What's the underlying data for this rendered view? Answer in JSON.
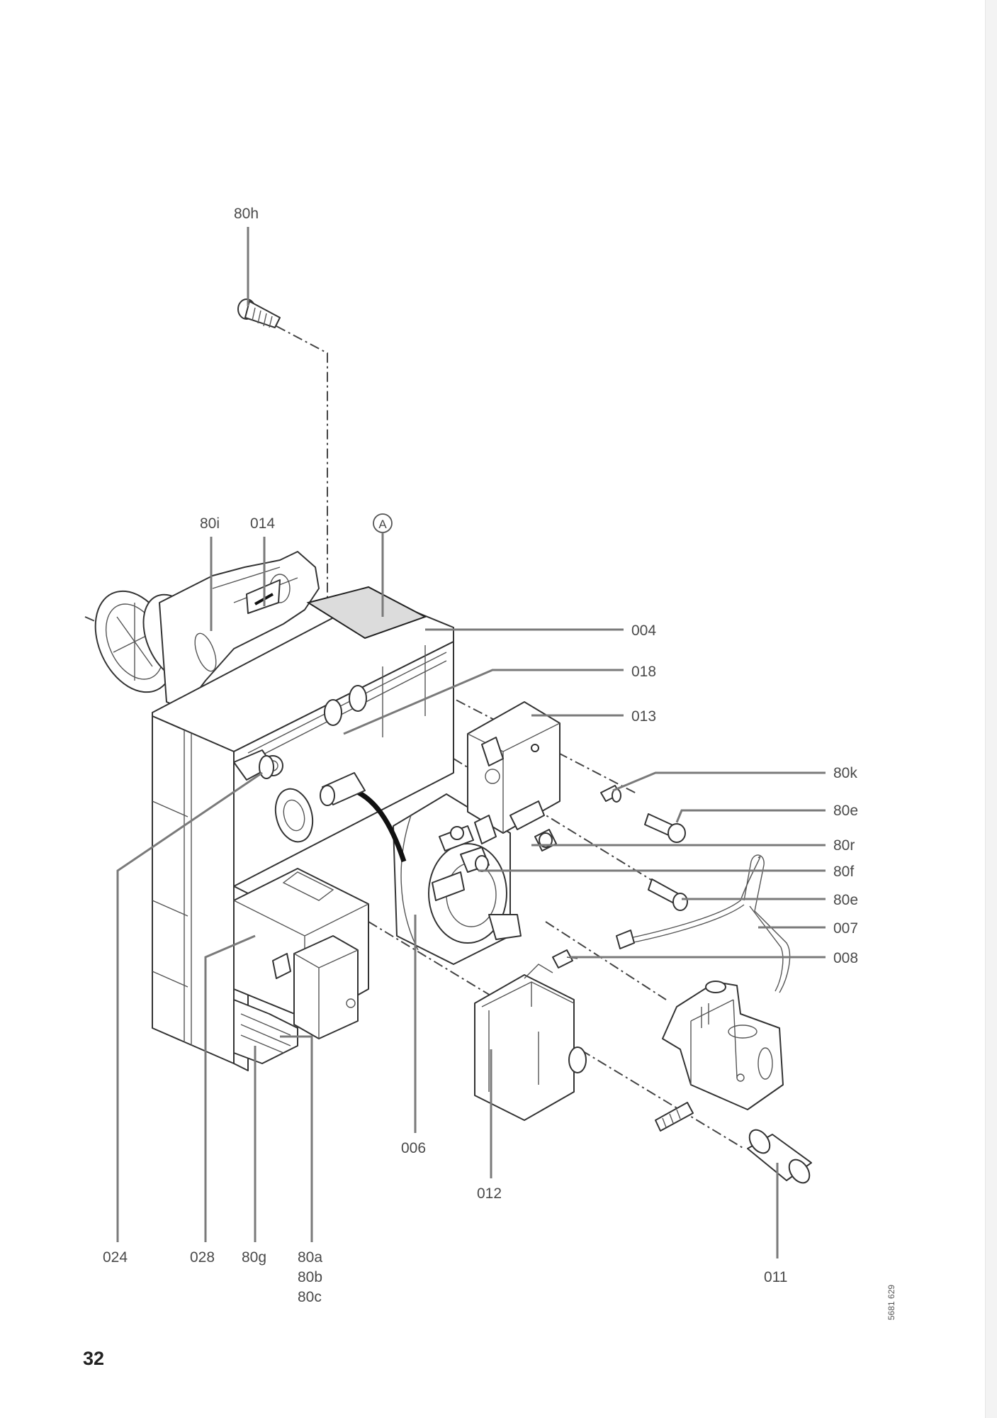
{
  "page": {
    "page_number": "32",
    "document_id": "5681 629"
  },
  "diagram": {
    "title": "Exploded view of burner housing and components",
    "callout_marker": "A",
    "labels": {
      "p80h": "80h",
      "p80i": "80i",
      "p014": "014",
      "p004": "004",
      "p018": "018",
      "p013": "013",
      "p80k": "80k",
      "p80e_top": "80e",
      "p80r": "80r",
      "p80f": "80f",
      "p80e_bottom": "80e",
      "p007": "007",
      "p008": "008",
      "p006": "006",
      "p012": "012",
      "p011": "011",
      "p024": "024",
      "p028": "028",
      "p80g": "80g",
      "p80a": "80a",
      "p80b": "80b",
      "p80c": "80c"
    }
  }
}
